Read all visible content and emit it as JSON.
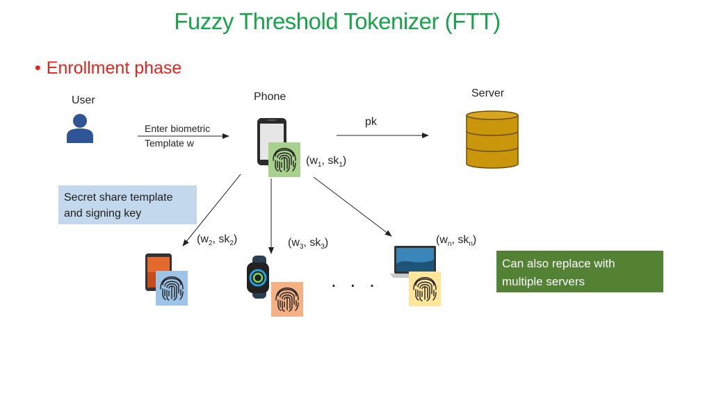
{
  "title": "Fuzzy Threshold Tokenizer (FTT)",
  "bullet": "Enrollment phase",
  "actors": {
    "user": "User",
    "phone": "Phone",
    "server": "Server"
  },
  "labels": {
    "enter_biometric_line1": "Enter biometric",
    "enter_biometric_line2": "Template w",
    "pk": "pk",
    "ellipsis": ". . ."
  },
  "shares": [
    {
      "w": "w",
      "w_sub": "1",
      "sk": "sk",
      "sk_sub": "1"
    },
    {
      "w": "w",
      "w_sub": "2",
      "sk": "sk",
      "sk_sub": "2"
    },
    {
      "w": "w",
      "w_sub": "3",
      "sk": "sk",
      "sk_sub": "3"
    },
    {
      "w": "w",
      "w_sub": "n",
      "sk": "sk",
      "sk_sub": "n"
    }
  ],
  "notes": {
    "secret_share": [
      "Secret share template",
      "and signing key"
    ],
    "replace_servers": [
      "Can also replace with",
      "multiple servers"
    ]
  },
  "colors": {
    "title": "#17a34a",
    "bullet": "#e3241b",
    "server_db": "#c9960c",
    "fp_phone": "#a9d18e",
    "fp_tablet": "#9dc3e6",
    "fp_watch": "#f4b183",
    "fp_laptop": "#ffe699"
  },
  "icons": [
    "user-icon",
    "phone-icon",
    "database-icon",
    "tablet-icon",
    "smartwatch-icon",
    "laptop-icon",
    "fingerprint-icon"
  ]
}
